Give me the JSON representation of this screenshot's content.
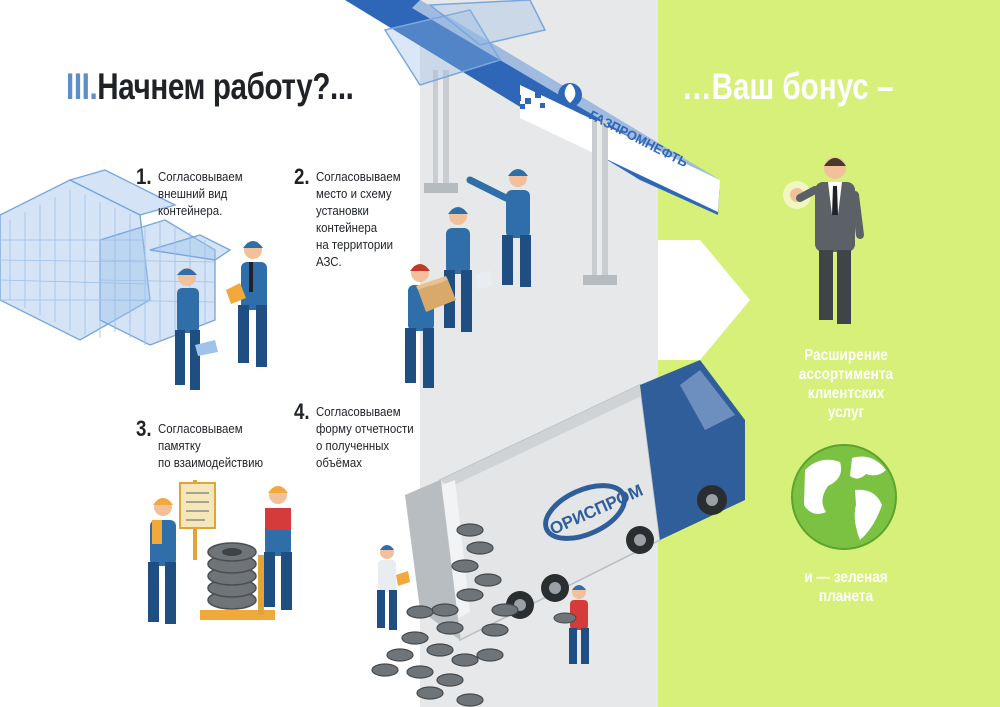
{
  "header": {
    "roman": "III.",
    "title": "Начнем работу?...",
    "bonus_title": "…Ваш бонус –"
  },
  "steps": [
    {
      "number": "1.",
      "text": "Согласовываем\nвнешний вид\nконтейнера."
    },
    {
      "number": "2.",
      "text": "Согласовываем\nместо и схему\nустановки\nконтейнера\nна территории\nАЗС."
    },
    {
      "number": "3.",
      "text": "Согласовываем\nпамятку\nпо взаимодействию"
    },
    {
      "number": "4.",
      "text": "Согласовываем\nформу отчетности\nо полученных\nобъёмах"
    }
  ],
  "bonuses": [
    {
      "text": "Расширение\nассортимента\nклиентских\nуслуг"
    },
    {
      "text": "и — зеленая\nпланета"
    }
  ],
  "logos": {
    "gazprom": "ГАЗПРОМНЕФТЬ",
    "truck": "ОРИСПРОМ"
  },
  "colors": {
    "bonus_green": "#d6f07a",
    "panel_gray": "#e6e8e9",
    "heading_dark": "#1f2328",
    "heading_accent": "#5c8fc9",
    "worker_blue": "#2f6ea8",
    "truck_blue": "#2f5e9a",
    "globe_green": "#7cc242"
  }
}
